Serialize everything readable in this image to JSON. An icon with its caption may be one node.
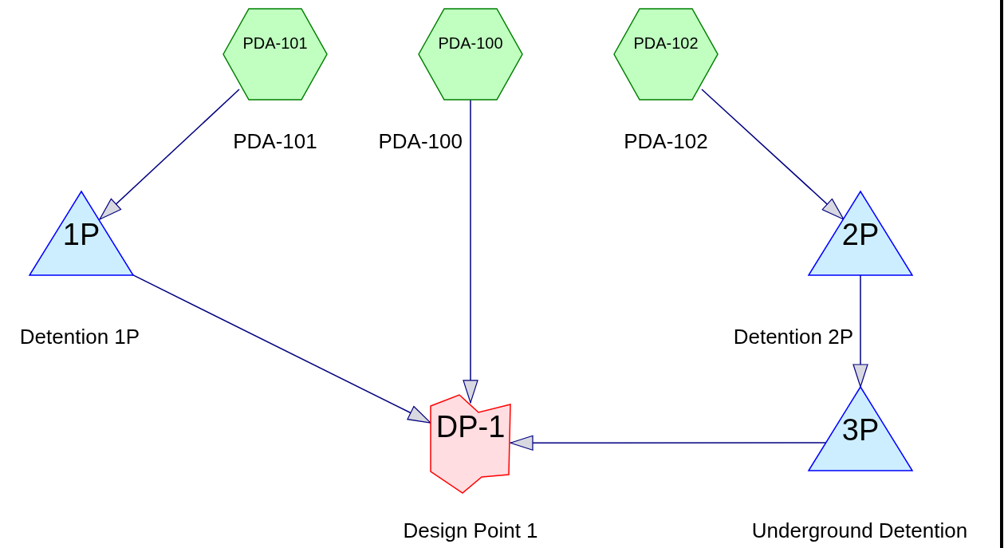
{
  "diagram": {
    "nodes": [
      {
        "text": [
          "PDA-101"
        ],
        "beside": [
          "PDA-101"
        ]
      },
      {
        "text": [
          "PDA-100"
        ],
        "beside": [
          "PDA-100"
        ]
      },
      {
        "text": [
          "PDA-102"
        ],
        "beside": [
          "PDA-102"
        ]
      },
      {
        "text": [
          "1P"
        ],
        "beside": [
          "Detention 1P"
        ]
      },
      {
        "text": [
          "2P"
        ],
        "beside": [
          "Detention 2P"
        ]
      },
      {
        "text": [
          "3P"
        ],
        "beside": [
          "Underground Detention"
        ]
      },
      {
        "text": [
          "DP-1"
        ],
        "beside": [
          "Design Point 1"
        ]
      }
    ],
    "edges": [
      {
        "from": 0,
        "to": 3,
        "arrow": "to"
      },
      {
        "from": 1,
        "to": 6,
        "arrow": "to"
      },
      {
        "from": 2,
        "to": 4,
        "arrow": "to"
      },
      {
        "from": 3,
        "to": 6,
        "arrow": "to"
      },
      {
        "from": 4,
        "to": 5,
        "arrow": "to"
      },
      {
        "from": 5,
        "to": 6,
        "arrow": "to"
      }
    ]
  }
}
